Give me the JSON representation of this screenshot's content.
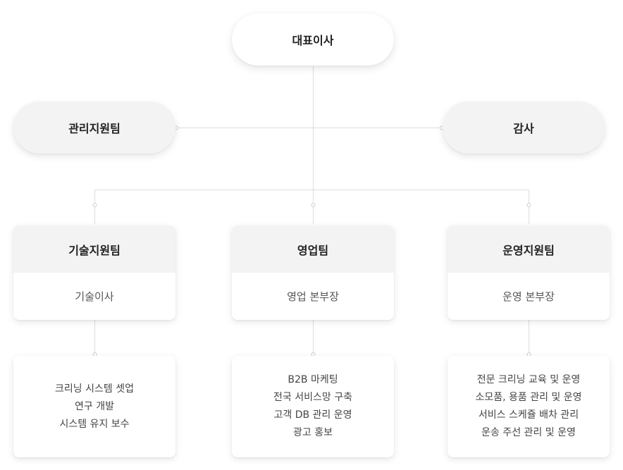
{
  "ceo": {
    "label": "대표이사"
  },
  "support": {
    "label": "관리지원팀"
  },
  "audit": {
    "label": "감사"
  },
  "departments": [
    {
      "name": "기술지원팀",
      "lead": "기술이사",
      "duties": [
        "크리닝 시스템 셋업",
        "연구 개발",
        "시스템 유지 보수"
      ]
    },
    {
      "name": "영업팀",
      "lead": "영업 본부장",
      "duties": [
        "B2B 마케팅",
        "전국 서비스망 구축",
        "고객 DB 관리 운영",
        "광고 홍보"
      ]
    },
    {
      "name": "운영지원팀",
      "lead": "운영 본부장",
      "duties": [
        "전문 크리닝 교육 및 운영",
        "소모품, 용품 관리 및 운영",
        "서비스 스케쥴 배차 관리",
        "운송 주선 관리 및 운영"
      ]
    }
  ],
  "colors": {
    "line": "#dddddd",
    "card_header": "#f3f3f3",
    "card_body": "#ffffff"
  }
}
